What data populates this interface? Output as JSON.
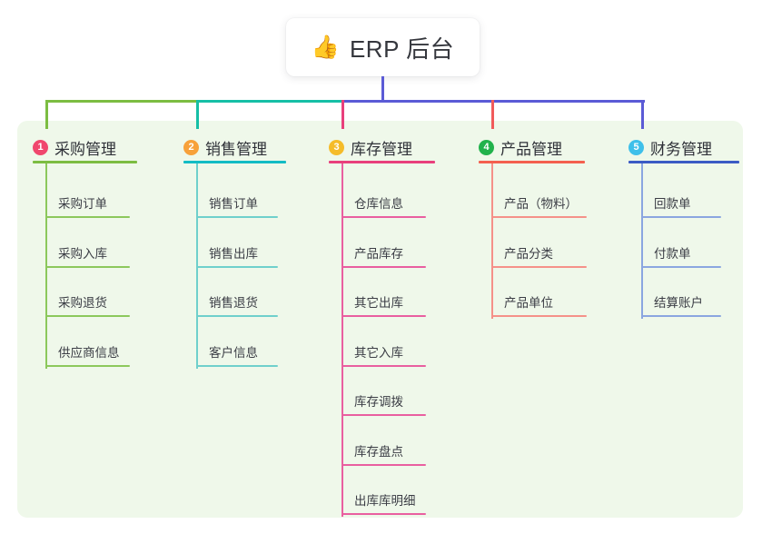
{
  "root": {
    "icon": "thumbs-up-icon",
    "icon_glyph": "👍",
    "title": "ERP 后台"
  },
  "palette": {
    "panel_bg": "#eff8ea",
    "page_bg": "#ffffff",
    "text": "#2f3138",
    "bus_green": "#7cbd42",
    "bus_teal": "#16bfa6",
    "bus_blue": "#5b5bd6",
    "drop_green": "#7cbd42",
    "drop_teal": "#16bfa6",
    "drop_pink": "#e8407c",
    "drop_red": "#f15b5b",
    "drop_blue": "#5b5bd6"
  },
  "columns": [
    {
      "index": "1",
      "badge_number": "1",
      "badge_color": "#f0476e",
      "accent": "#7cbd42",
      "leaf_accent": "#8cc85c",
      "title": "采购管理",
      "items": [
        "采购订单",
        "采购入库",
        "采购退货",
        "供应商信息"
      ]
    },
    {
      "index": "2",
      "badge_number": "2",
      "badge_color": "#f7a13a",
      "accent": "#13bcc4",
      "leaf_accent": "#6fd0cc",
      "title": "销售管理",
      "items": [
        "销售订单",
        "销售出库",
        "销售退货",
        "客户信息"
      ]
    },
    {
      "index": "3",
      "badge_number": "3",
      "badge_color": "#f5bc2a",
      "accent": "#e8407c",
      "leaf_accent": "#e95fa0",
      "title": "库存管理",
      "items": [
        "仓库信息",
        "产品库存",
        "其它出库",
        "其它入库",
        "库存调拨",
        "库存盘点",
        "出库库明细"
      ]
    },
    {
      "index": "4",
      "badge_number": "4",
      "badge_color": "#22b24c",
      "accent": "#f4604f",
      "leaf_accent": "#f59189",
      "title": "产品管理",
      "items": [
        "产品（物料）",
        "产品分类",
        "产品单位"
      ]
    },
    {
      "index": "5",
      "badge_number": "5",
      "badge_color": "#3fc0ea",
      "accent": "#3b5bc4",
      "leaf_accent": "#8ba6e0",
      "title": "财务管理",
      "items": [
        "回款单",
        "付款单",
        "结算账户"
      ]
    }
  ]
}
